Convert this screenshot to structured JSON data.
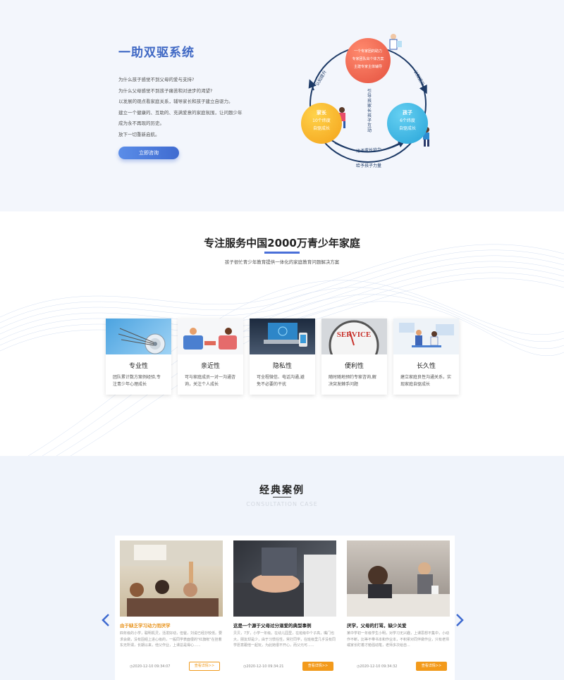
{
  "intro": {
    "title": "一助双驱系统",
    "lines": [
      "为什么孩子感觉不到父母的爱与支持?",
      "为什么父母感觉不到孩子痛苦和对进步的渴望?",
      "以发展的观点看家庭关系，辅导家长和孩子建立自驱力。",
      "建立一个健康的、互助的、充满爱意的家庭氛围，让问题少年",
      "成为永不再现的历史。",
      "放下一切重新启航。"
    ],
    "button": "立即咨询"
  },
  "diagram": {
    "top_lines": [
      "一个专家团的助力",
      "专家团队出个体方案",
      "主建专家主体辅导"
    ],
    "left_head": "家长",
    "left_lines": [
      "10个纬度",
      "自驱成长"
    ],
    "right_head": "孩子",
    "right_lines": [
      "6个纬度",
      "自驱成长"
    ],
    "label_left_arc": "认知提升",
    "label_right_arc": "认知提升",
    "label_center": "引导孩家长孩子互动",
    "label_bottom_inner": "给予家长动力",
    "label_bottom_outer": "给予孩子力量",
    "colors": {
      "ring": "#1d3a66",
      "top": "#e4513f",
      "left": "#f3a21a",
      "right": "#27a4d8"
    }
  },
  "services": {
    "title": "专注服务中国2000万青少年家庭",
    "subtitle": "孩子很忙青少年教育提供一体化的家庭教育问题解决方案",
    "items": [
      {
        "name": "专业性",
        "desc": "团队累计数方案例经验,专注青少年心理成长",
        "icon": "target-arrows-image"
      },
      {
        "name": "亲近性",
        "desc": "可与家庭成员一对一沟通咨询，关注个人成长",
        "icon": "consultation-image"
      },
      {
        "name": "隐私性",
        "desc": "可全程微信、电话沟通,避免不必要的干扰",
        "icon": "security-laptop-image"
      },
      {
        "name": "便利性",
        "desc": "随时随地预约专家咨询,解决突发棘手问题",
        "icon": "service-compass-image"
      },
      {
        "name": "长久性",
        "desc": "建立家庭良性沟通关系，实现家庭自驱成长",
        "icon": "family-chat-image"
      }
    ]
  },
  "cases": {
    "title": "经典案例",
    "subtitle_en": "CONSULTATION CASE",
    "items": [
      {
        "title": "由于缺乏学习动力而厌学",
        "desc": "四年级的小学，聪明机灵，活泼好动，但爸，刘说已经抄较低。要求会做，没有固组上进心级的，一般同学表面很的\"红旗帐\"在挂着东无所谓，长期以来，他父作业，上课总是得心......",
        "date": "2020-12-10 09:34:07",
        "btn": "查看详情>>",
        "highlight": true
      },
      {
        "title": "这是一个源于父母过分溺爱的典型事例",
        "desc": "贝贝，7岁，小学一年级。在幼儿园里，在班级中个子高，嘴门也大，朋友却是少，由于习惯任性，常打同学，在班级里几乎没有同学愿意跟他一起玩，为此她很不开心，而父元可......",
        "date": "2020-12-10 09:34:21",
        "btn": "查看详情>>",
        "highlight": false
      },
      {
        "title": "厌学，父母的打骂，缺少关爱",
        "desc": "某中学初一年级学生小明，对学习无兴趣，上课思想不集中，小动作不断，比等不带书本和作业本，不积累对同伴做作业，只有老师或家长盯着才勉强动笔，老师多次给自...",
        "date": "2020-12-10 09:34:32",
        "btn": "查看详情>>",
        "highlight": false
      }
    ]
  }
}
